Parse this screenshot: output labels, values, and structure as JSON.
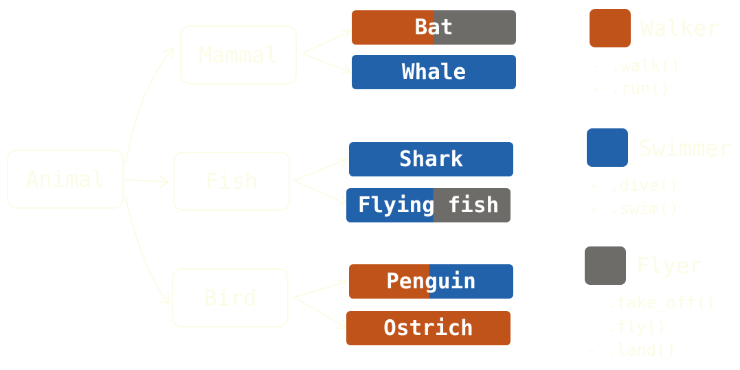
{
  "colors": {
    "walker": "#c0531a",
    "swimmer": "#2262aa",
    "flyer": "#6d6c69",
    "faint": "#fbfbe6"
  },
  "hierarchy": {
    "root": "Animal",
    "classes": [
      "Mammal",
      "Fish",
      "Bird"
    ]
  },
  "animals": [
    {
      "name": "Bat",
      "traits": [
        "walker",
        "flyer"
      ],
      "split": 0.5
    },
    {
      "name": "Whale",
      "traits": [
        "swimmer"
      ],
      "split": 1
    },
    {
      "name": "Shark",
      "traits": [
        "swimmer"
      ],
      "split": 1
    },
    {
      "name": "Flying fish",
      "traits": [
        "swimmer",
        "flyer"
      ],
      "split": 0.53
    },
    {
      "name": "Penguin",
      "traits": [
        "walker",
        "swimmer"
      ],
      "split": 0.49
    },
    {
      "name": "Ostrich",
      "traits": [
        "walker"
      ],
      "split": 1
    }
  ],
  "legend": [
    {
      "title": "Walker",
      "trait": "walker",
      "methods": [
        "- .walk()",
        "- .run()"
      ]
    },
    {
      "title": "Swimmer",
      "trait": "swimmer",
      "methods": [
        "- .dive()",
        "- .swim()"
      ]
    },
    {
      "title": "Flyer",
      "trait": "flyer",
      "methods": [
        "- .take_off()",
        "- .fly()",
        "- .land()"
      ]
    }
  ]
}
